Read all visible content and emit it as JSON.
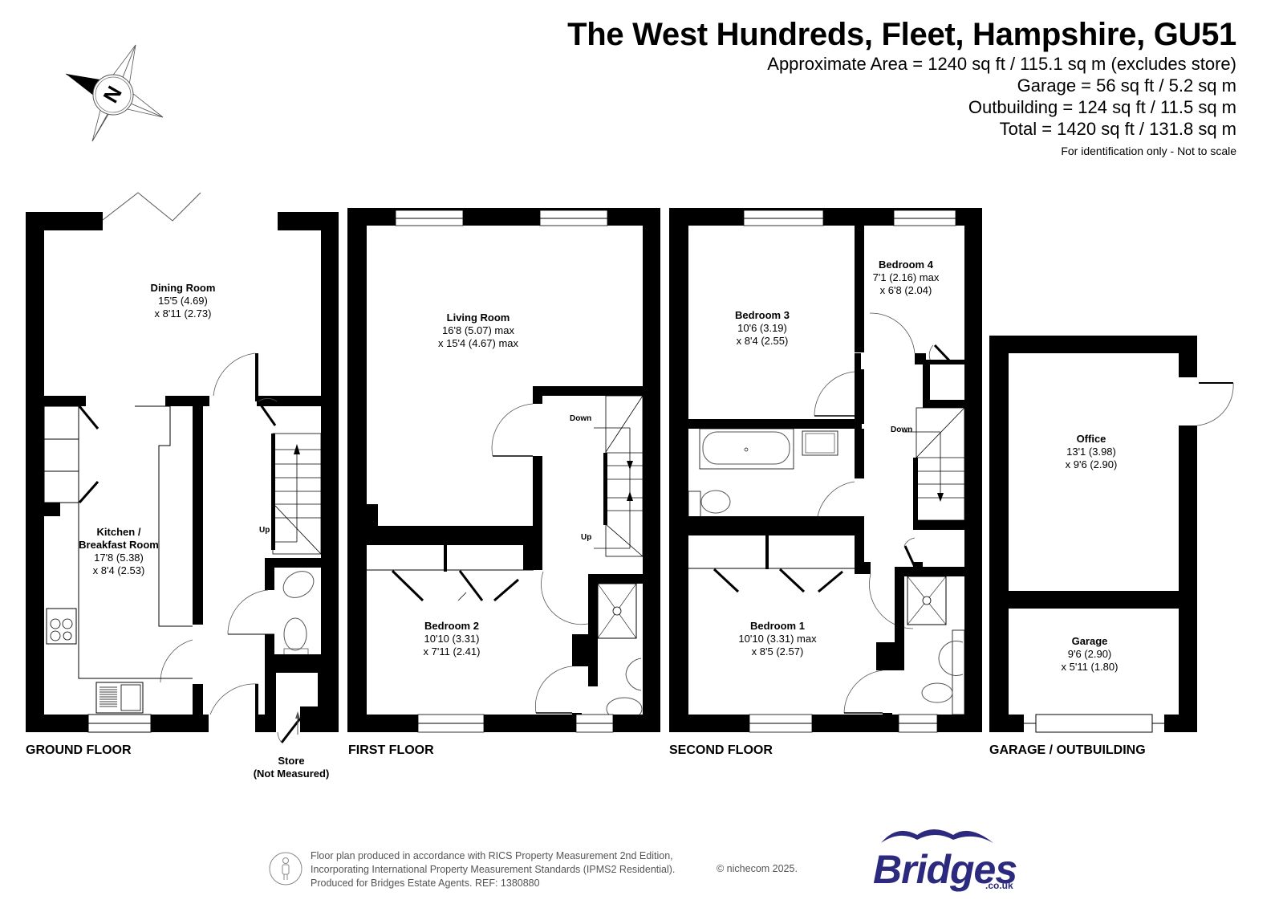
{
  "header": {
    "title": "The West Hundreds, Fleet, Hampshire, GU51",
    "areas": [
      "Approximate Area = 1240 sq ft / 115.1 sq m (excludes store)",
      "Garage = 56 sq ft / 5.2 sq m",
      "Outbuilding = 124 sq ft / 11.5 sq m",
      "Total = 1420 sq ft / 131.8 sq m"
    ],
    "note": "For identification only - Not to scale"
  },
  "compass": {
    "icon": "north-compass-icon",
    "letter": "N"
  },
  "floors": {
    "ground": {
      "label": "GROUND FLOOR",
      "rooms": [
        {
          "name": "Dining Room",
          "dim1": "15'5 (4.69)",
          "dim2": "x 8'11 (2.73)"
        },
        {
          "name": "Kitchen /",
          "name2": "Breakfast Room",
          "dim1": "17'8 (5.38)",
          "dim2": "x 8'4 (2.53)"
        }
      ],
      "stairs": "Up",
      "store": {
        "name": "Store",
        "note": "(Not Measured)"
      }
    },
    "first": {
      "label": "FIRST FLOOR",
      "rooms": [
        {
          "name": "Living Room",
          "dim1": "16'8 (5.07) max",
          "dim2": "x 15'4 (4.67) max"
        },
        {
          "name": "Bedroom 2",
          "dim1": "10'10 (3.31)",
          "dim2": "x 7'11 (2.41)"
        }
      ],
      "stairs_down": "Down",
      "stairs_up": "Up"
    },
    "second": {
      "label": "SECOND FLOOR",
      "rooms": [
        {
          "name": "Bedroom 3",
          "dim1": "10'6 (3.19)",
          "dim2": "x 8'4 (2.55)"
        },
        {
          "name": "Bedroom 4",
          "dim1": "7'1 (2.16) max",
          "dim2": "x 6'8 (2.04)"
        },
        {
          "name": "Bedroom 1",
          "dim1": "10'10 (3.31) max",
          "dim2": "x 8'5 (2.57)"
        }
      ],
      "stairs_down": "Down"
    },
    "garage": {
      "label": "GARAGE / OUTBUILDING",
      "rooms": [
        {
          "name": "Office",
          "dim1": "13'1 (3.98)",
          "dim2": "x 9'6 (2.90)"
        },
        {
          "name": "Garage",
          "dim1": "9'6 (2.90)",
          "dim2": "x 5'11 (1.80)"
        }
      ]
    }
  },
  "footer": {
    "lines": [
      "Floor plan produced in accordance with RICS Property Measurement 2nd Edition,",
      "Incorporating International Property Measurement Standards (IPMS2 Residential).",
      "Produced for Bridges Estate Agents.    REF: 1380880"
    ],
    "copyright": "© nichecom 2025.",
    "logo": {
      "text": "Bridges",
      "sub": ".co.uk",
      "color": "#2b2a7e"
    }
  }
}
